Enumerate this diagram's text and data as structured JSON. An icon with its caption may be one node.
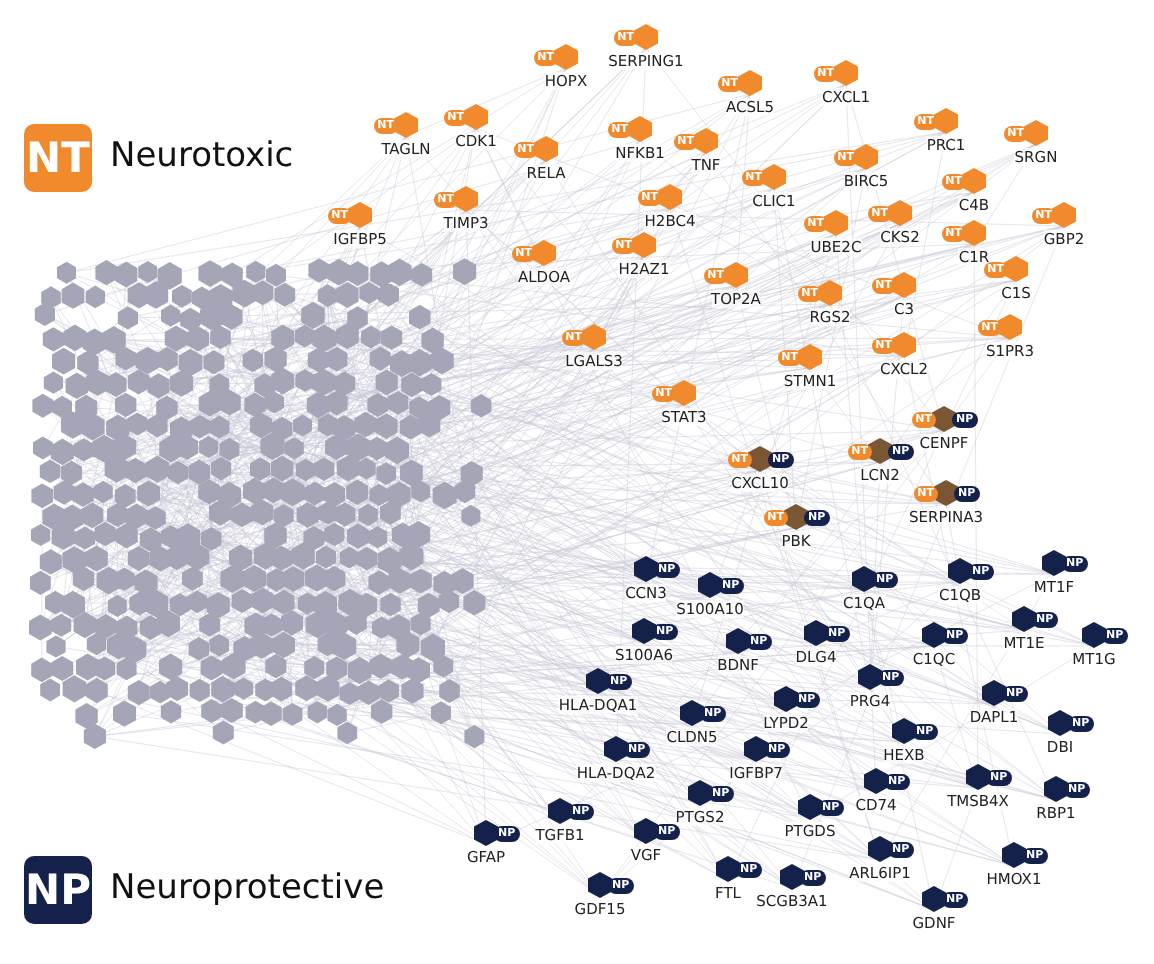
{
  "diagram": {
    "nodes": [
      {
        "text": [
          "NT",
          "HOPX"
        ]
      },
      {
        "text": [
          "NT",
          "SERPING1"
        ]
      },
      {
        "text": [
          "NT",
          "ACSL5"
        ]
      },
      {
        "text": [
          "NT",
          "CXCL1"
        ]
      },
      {
        "text": [
          "NT",
          "TAGLN"
        ]
      },
      {
        "text": [
          "NT",
          "CDK1"
        ]
      },
      {
        "text": [
          "NT",
          "RELA"
        ]
      },
      {
        "text": [
          "NT",
          "NFKB1"
        ]
      },
      {
        "text": [
          "NT",
          "TNF"
        ]
      },
      {
        "text": [
          "NT",
          "PRC1"
        ]
      },
      {
        "text": [
          "NT",
          "SRGN"
        ]
      },
      {
        "text": [
          "NT",
          "IGFBP5"
        ]
      },
      {
        "text": [
          "NT",
          "TIMP3"
        ]
      },
      {
        "text": [
          "NT",
          "H2BC4"
        ]
      },
      {
        "text": [
          "NT",
          "CLIC1"
        ]
      },
      {
        "text": [
          "NT",
          "BIRC5"
        ]
      },
      {
        "text": [
          "NT",
          "C4B"
        ]
      },
      {
        "text": [
          "NT",
          "UBE2C"
        ]
      },
      {
        "text": [
          "NT",
          "CKS2"
        ]
      },
      {
        "text": [
          "NT",
          "GBP2"
        ]
      },
      {
        "text": [
          "NT",
          "C1R"
        ]
      },
      {
        "text": [
          "NT",
          "ALDOA"
        ]
      },
      {
        "text": [
          "NT",
          "H2AZ1"
        ]
      },
      {
        "text": [
          "NT",
          "TOP2A"
        ]
      },
      {
        "text": [
          "NT",
          "RGS2"
        ]
      },
      {
        "text": [
          "NT",
          "C3"
        ]
      },
      {
        "text": [
          "NT",
          "C1S"
        ]
      },
      {
        "text": [
          "NT",
          "LGALS3"
        ]
      },
      {
        "text": [
          "NT",
          "STMN1"
        ]
      },
      {
        "text": [
          "NT",
          "CXCL2"
        ]
      },
      {
        "text": [
          "NT",
          "S1PR3"
        ]
      },
      {
        "text": [
          "NT",
          "STAT3"
        ]
      },
      {
        "text": [
          "NT",
          "NP",
          "CENPF"
        ]
      },
      {
        "text": [
          "NT",
          "NP",
          "CXCL10"
        ]
      },
      {
        "text": [
          "NT",
          "NP",
          "LCN2"
        ]
      },
      {
        "text": [
          "NT",
          "NP",
          "SERPINA3"
        ]
      },
      {
        "text": [
          "NT",
          "NP",
          "PBK"
        ]
      },
      {
        "text": [
          "NP",
          "CCN3"
        ]
      },
      {
        "text": [
          "NP",
          "S100A10"
        ]
      },
      {
        "text": [
          "NP",
          "C1QA"
        ]
      },
      {
        "text": [
          "NP",
          "C1QB"
        ]
      },
      {
        "text": [
          "NP",
          "MT1F"
        ]
      },
      {
        "text": [
          "NP",
          "S100A6"
        ]
      },
      {
        "text": [
          "NP",
          "BDNF"
        ]
      },
      {
        "text": [
          "NP",
          "DLG4"
        ]
      },
      {
        "text": [
          "NP",
          "C1QC"
        ]
      },
      {
        "text": [
          "NP",
          "MT1E"
        ]
      },
      {
        "text": [
          "NP",
          "MT1G"
        ]
      },
      {
        "text": [
          "NP",
          "HLA-DQA1"
        ]
      },
      {
        "text": [
          "NP",
          "PRG4"
        ]
      },
      {
        "text": [
          "NP",
          "DAPL1"
        ]
      },
      {
        "text": [
          "NP",
          "LYPD2"
        ]
      },
      {
        "text": [
          "NP",
          "CLDN5"
        ]
      },
      {
        "text": [
          "NP",
          "HEXB"
        ]
      },
      {
        "text": [
          "NP",
          "DBI"
        ]
      },
      {
        "text": [
          "NP",
          "IGFBP7"
        ]
      },
      {
        "text": [
          "NP",
          "HLA-DQA2"
        ]
      },
      {
        "text": [
          "NP",
          "TMSB4X"
        ]
      },
      {
        "text": [
          "NP",
          "CD74"
        ]
      },
      {
        "text": [
          "NP",
          "RBP1"
        ]
      },
      {
        "text": [
          "NP",
          "PTGS2"
        ]
      },
      {
        "text": [
          "NP",
          "PTGDS"
        ]
      },
      {
        "text": [
          "NP",
          "TGFB1"
        ]
      },
      {
        "text": [
          "NP",
          "GFAP"
        ]
      },
      {
        "text": [
          "NP",
          "VGF"
        ]
      },
      {
        "text": [
          "NP",
          "HMOX1"
        ]
      },
      {
        "text": [
          "NP",
          "ARL6IP1"
        ]
      },
      {
        "text": [
          "NP",
          "FTL"
        ]
      },
      {
        "text": [
          "NP",
          "SCGB3A1"
        ]
      },
      {
        "text": [
          "NP",
          "GDF15"
        ]
      },
      {
        "text": [
          "NP",
          "GDNF"
        ]
      }
    ],
    "labels": [
      "NT",
      "NP"
    ],
    "legend": [
      {
        "text": "Neurotoxic",
        "color": "#f08a2c"
      },
      {
        "text": "Neuroprotective",
        "color": "#14214a"
      }
    ]
  }
}
